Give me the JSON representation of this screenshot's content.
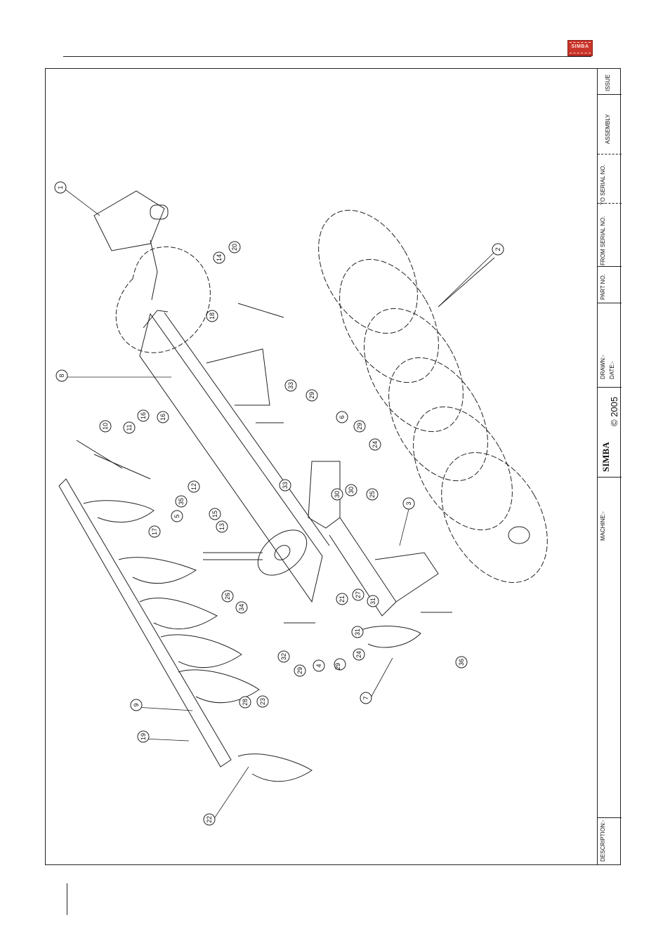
{
  "brand": {
    "logo_text": "SIMBA",
    "logo_color": "#c8342a"
  },
  "title_block": {
    "issue": "ISSUE",
    "assembly": "ASSEMBLY",
    "to_serial_no": "TO SERIAL NO.",
    "from_serial_no": "FROM SERIAL NO.",
    "part_no": "PART NO.",
    "drawn": "DRAWN:-",
    "date": "DATE:-",
    "copyright": "© 2005",
    "simba_mark": "SIMBA",
    "machine": "MACHINE:-",
    "description": "DESCRIPTION:-"
  },
  "callouts": [
    "1",
    "2",
    "3",
    "4",
    "5",
    "6",
    "7",
    "8",
    "9",
    "10",
    "11",
    "12",
    "13",
    "14",
    "15",
    "16",
    "16",
    "17",
    "18",
    "19",
    "20",
    "21",
    "22",
    "23",
    "24",
    "24",
    "25",
    "26",
    "27",
    "28",
    "29",
    "29",
    "29",
    "29",
    "30",
    "30",
    "31",
    "31",
    "32",
    "33",
    "33",
    "34",
    "35",
    "36"
  ]
}
